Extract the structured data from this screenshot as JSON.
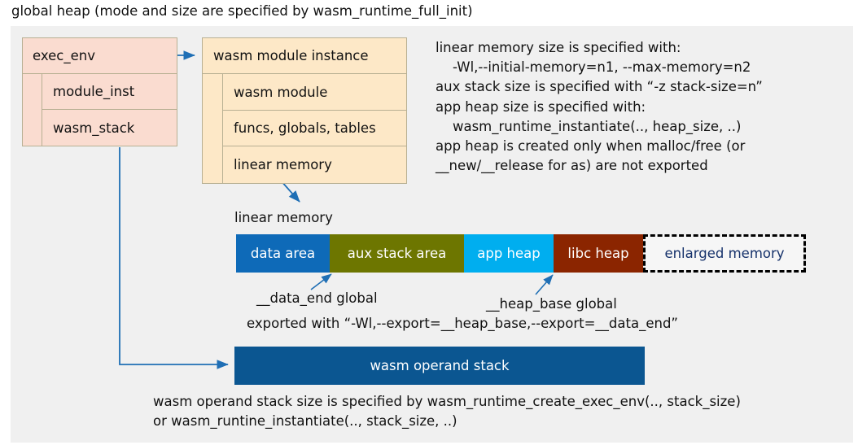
{
  "title": "global heap (mode and size are specified by wasm_runtime_full_init)",
  "colors": {
    "panel_bg": "#f0f0f0",
    "exec_env_fill": "#fadcd0",
    "module_instance_fill": "#fde8c7",
    "box_stroke": "#b8b093",
    "arrow": "#1f6fb5",
    "data_area": "#0e6ab8",
    "aux_stack_area": "#6d7600",
    "app_heap": "#00aeef",
    "libc_heap": "#8b2500",
    "enlarged_memory_fill": "#f6f6f6",
    "enlarged_memory_text": "#16326b",
    "operand_stack": "#0b5691"
  },
  "exec_env": {
    "header": "exec_env",
    "fields": [
      {
        "label": "module_inst"
      },
      {
        "label": "wasm_stack"
      }
    ]
  },
  "module_instance": {
    "header": "wasm module instance",
    "fields": [
      {
        "label": "wasm module"
      },
      {
        "label": "funcs, globals, tables"
      },
      {
        "label": "linear memory"
      }
    ]
  },
  "right_note": "linear memory size is specified with:\n    -Wl,--initial-memory=n1, --max-memory=n2\naux stack size is specified with “-z stack-size=n”\napp heap size is specified with:\n    wasm_runtime_instantiate(.., heap_size, ..)\napp heap is created only when malloc/free (or\n__new/__release for as) are not exported",
  "linear_memory": {
    "label": "linear memory",
    "segments": [
      {
        "label": "data area",
        "color": "#0e6ab8",
        "text_color": "#ffffff",
        "dashed": false
      },
      {
        "label": "aux stack area",
        "color": "#6d7600",
        "text_color": "#ffffff",
        "dashed": false
      },
      {
        "label": "app heap",
        "color": "#00aeef",
        "text_color": "#ffffff",
        "dashed": false
      },
      {
        "label": "libc heap",
        "color": "#8b2500",
        "text_color": "#ffffff",
        "dashed": false
      },
      {
        "label": "enlarged memory",
        "color": "#f6f6f6",
        "text_color": "#16326b",
        "dashed": true
      }
    ],
    "annotations": {
      "data_end": "__data_end global",
      "heap_base": "__heap_base global",
      "exported": "exported with “-Wl,--export=__heap_base,--export=__data_end”"
    }
  },
  "operand_stack": {
    "label": "wasm operand stack",
    "note": "wasm operand stack size is specified by wasm_runtime_create_exec_env(.., stack_size)\nor wasm_runtine_instantiate(.., stack_size, ..)"
  }
}
